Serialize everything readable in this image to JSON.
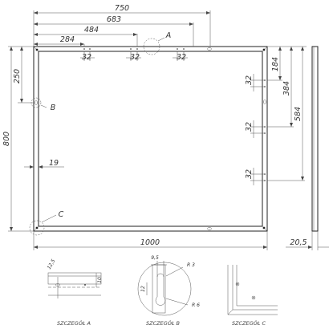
{
  "top_dims": {
    "d750": "750",
    "d683": "683",
    "d484": "484",
    "d284": "284",
    "d32a": "32",
    "d32b": "32",
    "d32c": "32"
  },
  "right_dims": {
    "d184": "184",
    "d384": "384",
    "d584": "584",
    "d32a": "32",
    "d32b": "32",
    "d32c": "32"
  },
  "left_dims": {
    "d250": "250",
    "d800": "800",
    "d19": "19"
  },
  "bottom_dims": {
    "d1000": "1000",
    "d20_5": "20,5"
  },
  "callouts": {
    "a": "A",
    "b": "B",
    "c": "C"
  },
  "detail_a": {
    "d12_5": "12,5",
    "d10": "10",
    "caption": "SZCZEGÓŁ A"
  },
  "detail_b": {
    "d9_5": "9,5",
    "r3": "R 3",
    "d12": "12",
    "r6": "R 6",
    "caption": "SZCZEGÓŁ B"
  },
  "detail_c": {
    "caption": "SZCZEGÓŁ C"
  }
}
